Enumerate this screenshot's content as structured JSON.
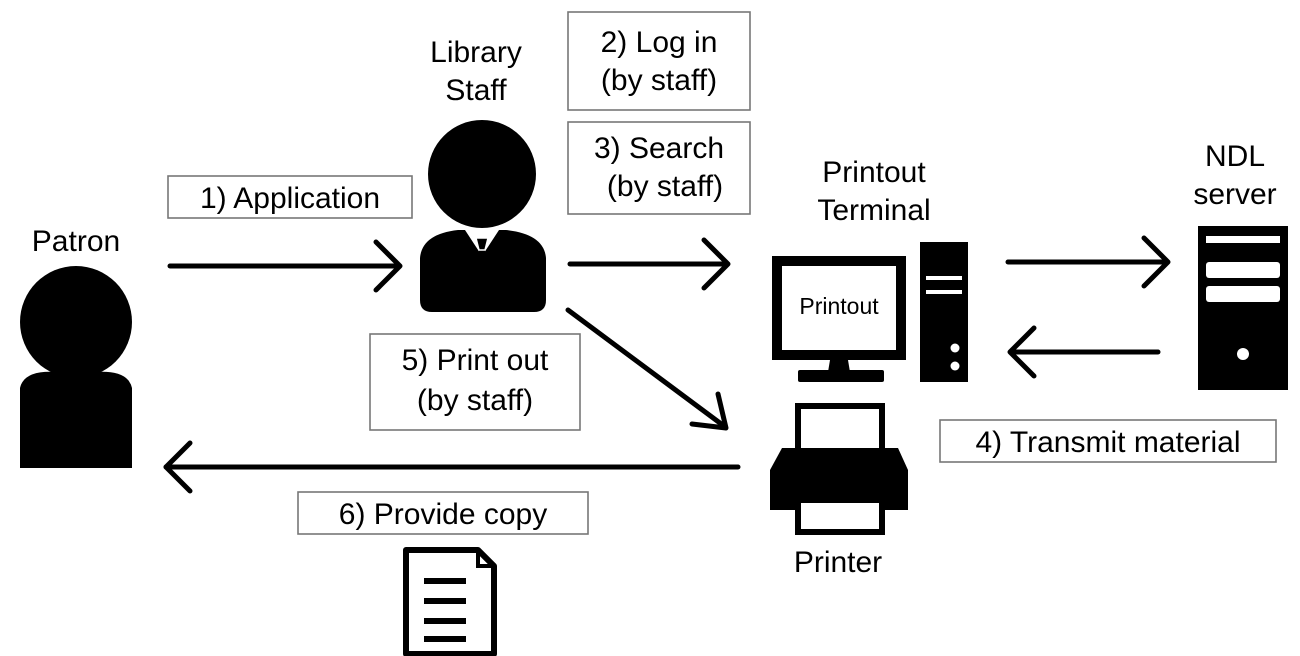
{
  "actors": {
    "patron": "Patron",
    "staff_line1": "Library",
    "staff_line2": "Staff",
    "terminal_line1": "Printout",
    "terminal_line2": "Terminal",
    "server_line1": "NDL",
    "server_line2": "server",
    "printer": "Printer",
    "monitor_screen": "Printout"
  },
  "steps": {
    "application": "1) Application",
    "login_line1": "2) Log in",
    "login_line2": "(by staff)",
    "search_line1": "3) Search",
    "search_line2": "(by staff)",
    "transmit": "4) Transmit material",
    "printout_line1": "5) Print out",
    "printout_line2": "(by staff)",
    "provide": "6) Provide copy"
  }
}
